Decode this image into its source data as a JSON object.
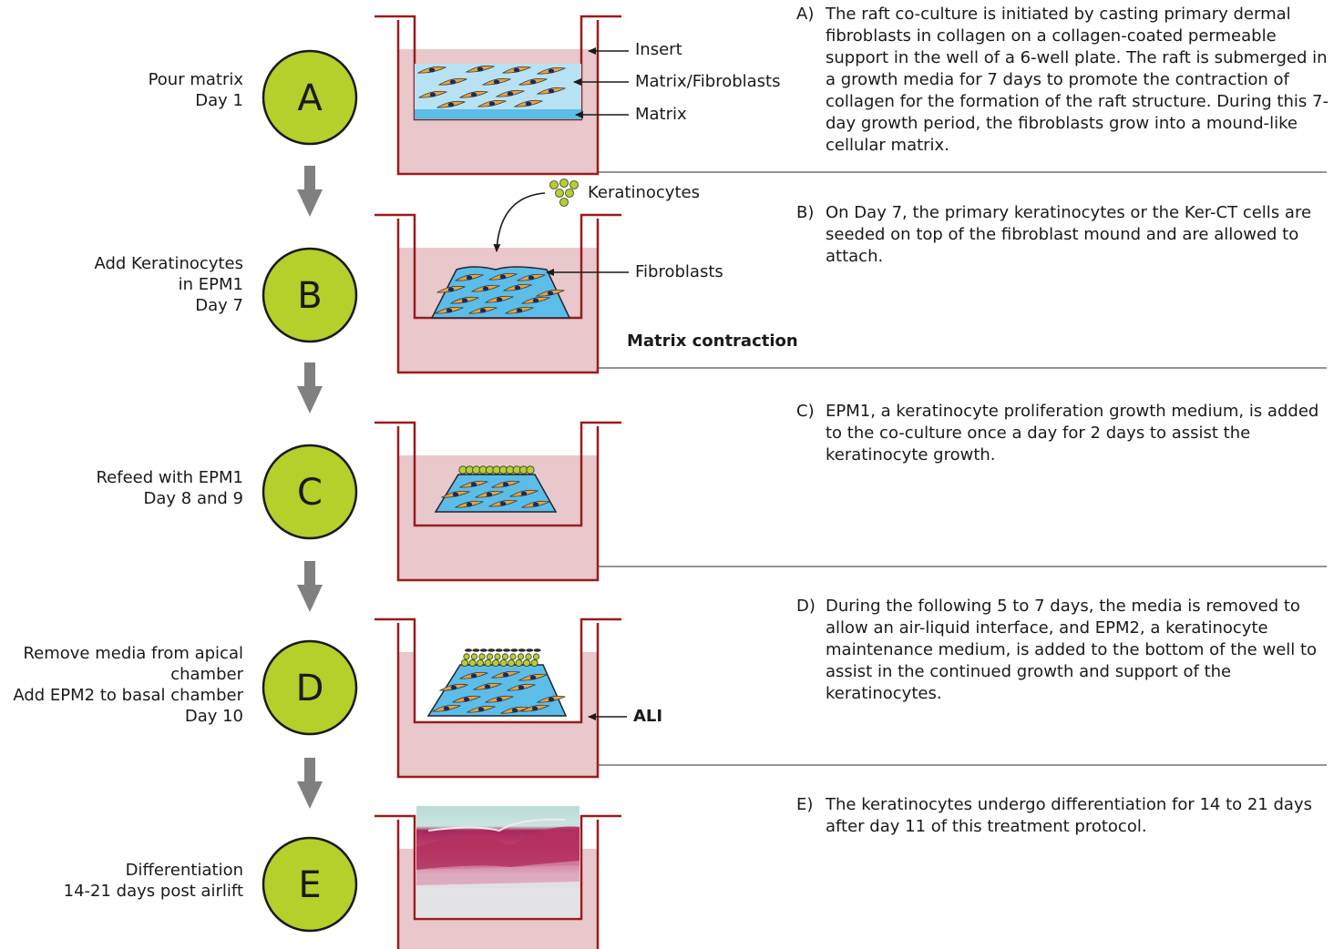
{
  "colors": {
    "badge": "#b5cf2b",
    "badge_border": "#1a1a1a",
    "well": "#9a1b1e",
    "media": "#e8c8cb",
    "matrix": "#5bbde8",
    "matrix_light": "#b7e2f3",
    "fibroblast": "#e7a33e",
    "nucleus": "#1c2a5c",
    "keratinocyte": "#b5cf2b",
    "arrow": "#808080"
  },
  "steps": [
    {
      "badge": "A",
      "label_lines": [
        "Pour matrix",
        "Day 1"
      ],
      "description": "The raft co-culture is initiated by casting primary dermal fibroblasts in collagen on a collagen-coated permeable support in the well of a 6-well plate. The raft is submerged in a growth media for 7 days to promote the contraction of collagen for the formation of the raft structure. During this 7-day growth period, the fibroblasts grow into a mound-like cellular matrix."
    },
    {
      "badge": "B",
      "label_lines": [
        "Add Keratinocytes",
        "in EPM1",
        "Day 7"
      ],
      "description": "On Day 7, the primary keratinocytes or the Ker-CT cells are seeded on top of the fibroblast mound and are allowed to attach."
    },
    {
      "badge": "C",
      "label_lines": [
        "Refeed with EPM1",
        "Day 8 and 9"
      ],
      "description": "EPM1, a keratinocyte proliferation growth medium, is added to the co-culture once a day for 2 days to assist the keratinocyte growth."
    },
    {
      "badge": "D",
      "label_lines": [
        "Remove media from apical",
        "chamber",
        "Add EPM2 to basal chamber",
        "Day 10"
      ],
      "description": "During the following 5 to 7 days, the media is removed to allow an air-liquid interface, and EPM2, a keratinocyte maintenance medium, is added to the bottom of the well to assist in the continued growth and support of the keratinocytes."
    },
    {
      "badge": "E",
      "label_lines": [
        "Differentiation",
        "14-21 days post airlift"
      ],
      "description": "The keratinocytes undergo differentiation for 14 to 21 days after day 11 of this treatment protocol."
    }
  ],
  "callouts": {
    "insert": "Insert",
    "matrix_fibroblasts": "Matrix/Fibroblasts",
    "matrix": "Matrix",
    "keratinocytes": "Keratinocytes",
    "fibroblasts": "Fibroblasts",
    "matrix_contraction": "Matrix contraction",
    "ali": "ALI"
  }
}
